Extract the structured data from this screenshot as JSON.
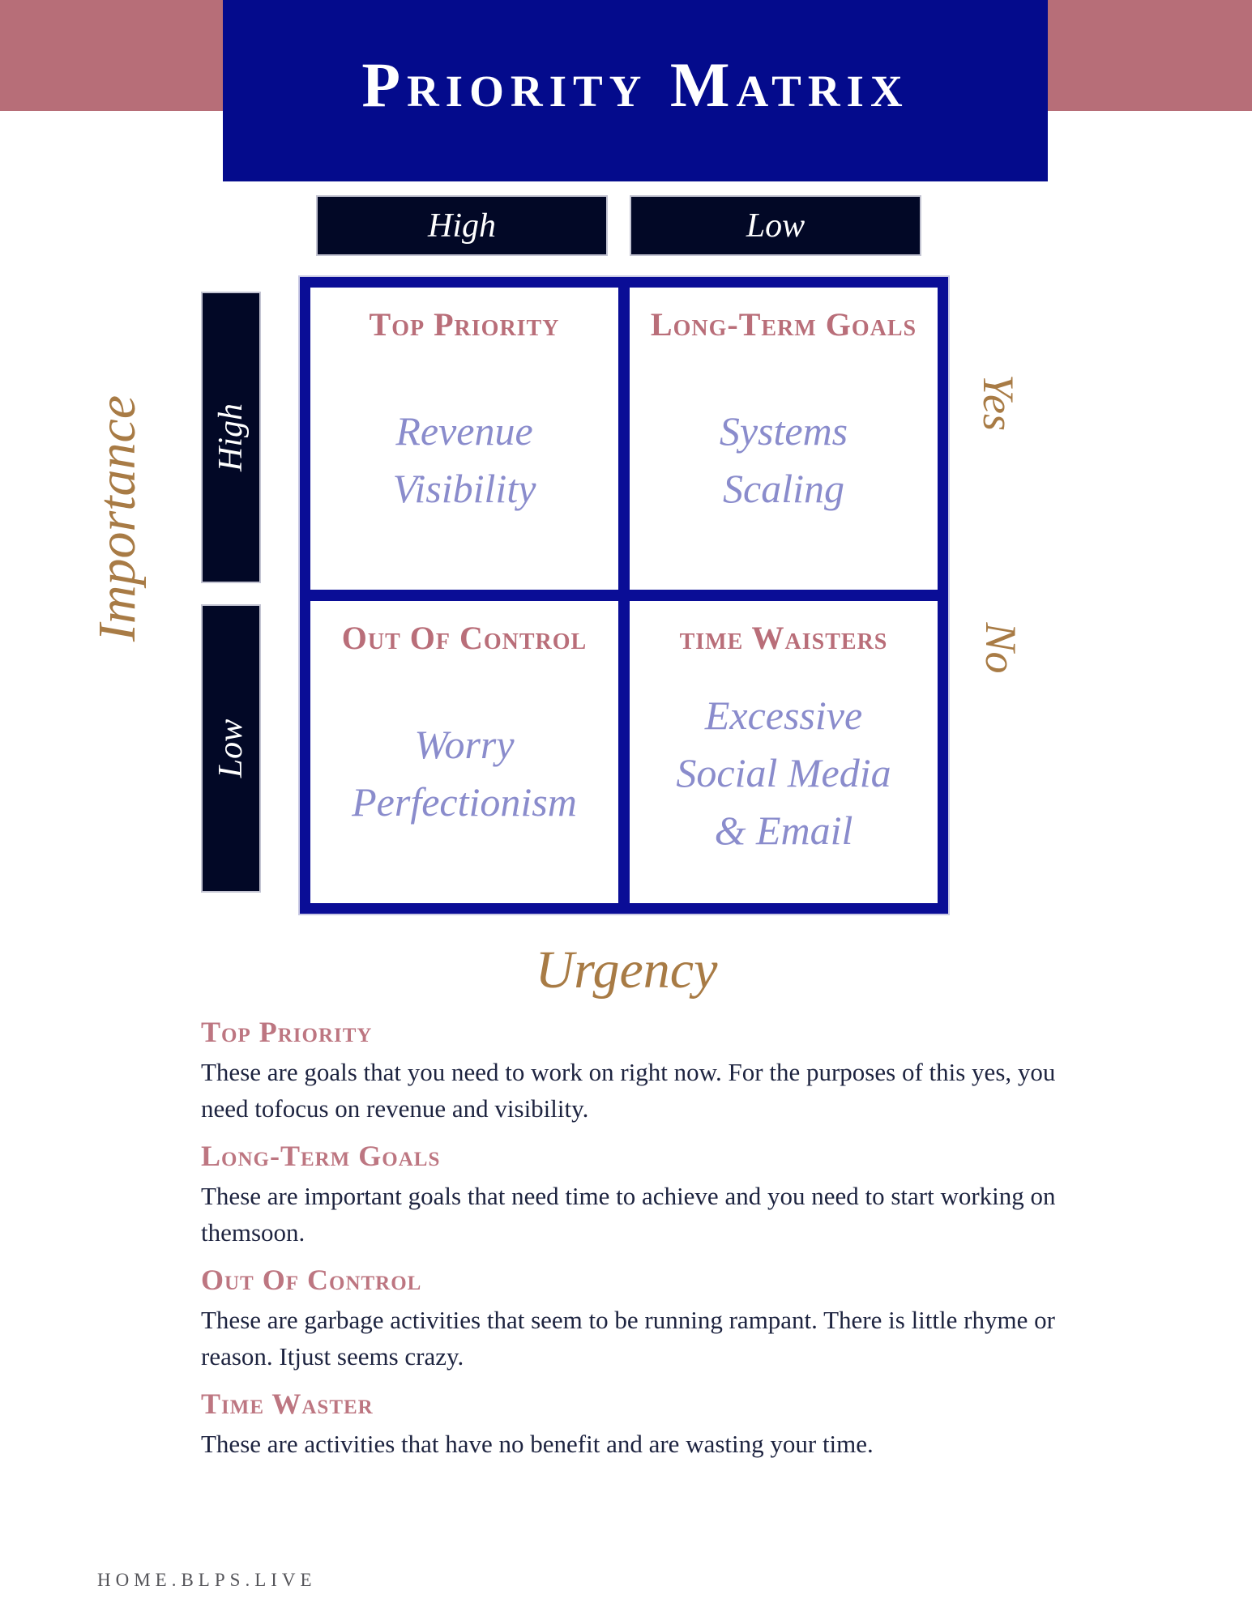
{
  "header": {
    "title": "Priority Matrix"
  },
  "axes": {
    "x_label": "Urgency",
    "y_label": "Importance",
    "col_headers": [
      "High",
      "Low"
    ],
    "row_headers": [
      "High",
      "Low"
    ],
    "right_labels": [
      "Yes",
      "No"
    ]
  },
  "quadrants": [
    {
      "title": "Top Priority",
      "items": [
        "Revenue",
        "Visibility"
      ]
    },
    {
      "title": "Long-Term Goals",
      "items": [
        "Systems",
        "Scaling"
      ]
    },
    {
      "title": "Out Of Control",
      "items": [
        "Worry",
        "Perfectionism"
      ]
    },
    {
      "title": "time Waisters",
      "items": [
        "Excessive",
        "Social Media",
        "& Email"
      ]
    }
  ],
  "sections": [
    {
      "heading": "Top Priority",
      "body": "These are goals that you need to work on right now. For the purposes of this yes, you need tofocus on revenue and visibility."
    },
    {
      "heading": "Long-Term Goals",
      "body": "These are important goals that need time to achieve and you need to start working on themsoon."
    },
    {
      "heading": "Out Of Control",
      "body": "These are garbage activities that seem to be running rampant. There is little rhyme or reason. Itjust seems crazy."
    },
    {
      "heading": "Time Waster",
      "body": "These are activities that have no benefit and are wasting your time."
    }
  ],
  "footer": {
    "text": "HOME.BLPS.LIVE"
  },
  "colors": {
    "pink_bar": "#b76e78",
    "header_blue": "#040b8c",
    "matrix_border_blue": "#0a0d96",
    "navy_box": "#020826",
    "heading_mauve": "#bd7681",
    "script_purple": "#8a8ccc",
    "gold": "#a87b45",
    "body_text": "#1e2440",
    "footer_gray": "#55555a"
  }
}
